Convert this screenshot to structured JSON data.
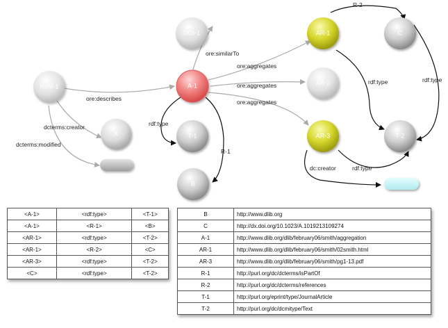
{
  "nodes": {
    "doi1": "DOI-1",
    "ar1": "AR-1",
    "c": "C",
    "rem1": "ReM-1",
    "a1": "A-1",
    "ar2": "AR-2",
    "x": "X",
    "t1": "T-1",
    "ar3": "AR-3",
    "t2": "T-2",
    "b": "B",
    "blank_gray": "",
    "blank_cyan": ""
  },
  "edges": {
    "r2_top": "R-2",
    "similar_to": "ore:similarTo",
    "aggregates_1": "ore:aggregates",
    "aggregates_2": "ore:aggregates",
    "aggregates_3": "ore:aggregates",
    "describes": "ore:describes",
    "creator_dcterms": "dcterms:creator",
    "modified": "dcterms:modified",
    "rdftype_a1": "rdf:type",
    "r1": "R-1",
    "rdftype_ar1": "rdf:type",
    "rdftype_c": "rdf:type",
    "dc_creator": "dc:creator",
    "rdftype_ar3": "rdf:type"
  },
  "colors": {
    "gray_node": "#c8c8c8",
    "red_node": "#f08080",
    "yellow_node": "#d4d42a",
    "cyan_node": "#c8f4f6",
    "edge_gray": "#aaaaaa",
    "edge_black": "#111111"
  },
  "triples_left": [
    [
      "<A-1>",
      "<rdf:type>",
      "<T-1>"
    ],
    [
      "<A-1>",
      "<R-1>",
      "<B>"
    ],
    [
      "<AR-1>",
      "<rdf:type>",
      "<T-2>"
    ],
    [
      "<AR-1>",
      "<R-2>",
      "<C>"
    ],
    [
      "<AR-3>",
      "<rdf:type>",
      "<T-2>"
    ],
    [
      "<C>",
      "<rdf:type>",
      "<T-2>"
    ]
  ],
  "uri_table": [
    [
      "B",
      "http://www.dlib.org"
    ],
    [
      "C",
      "http://dx.doi.org/10.1023/A.1019213109274"
    ],
    [
      "A-1",
      "http://www.dlib.org/dlib/february06/smith/aggregation"
    ],
    [
      "AR-1",
      "http://www.dlib.org/dlib/february06/smith/02smith.html"
    ],
    [
      "AR-3",
      "http://www.dlib.org/dlib/february06/smith/pg1-13.pdf"
    ],
    [
      "R-1",
      "http://purl.org/dc/dcterms/isPartOf"
    ],
    [
      "R-2",
      "http://purl.org/dc/dcterms/references"
    ],
    [
      "T-1",
      "http://purl.org/eprint/type/JournalArticle"
    ],
    [
      "T-2",
      "http://purl.org/dc/dcmitype/Text"
    ]
  ]
}
